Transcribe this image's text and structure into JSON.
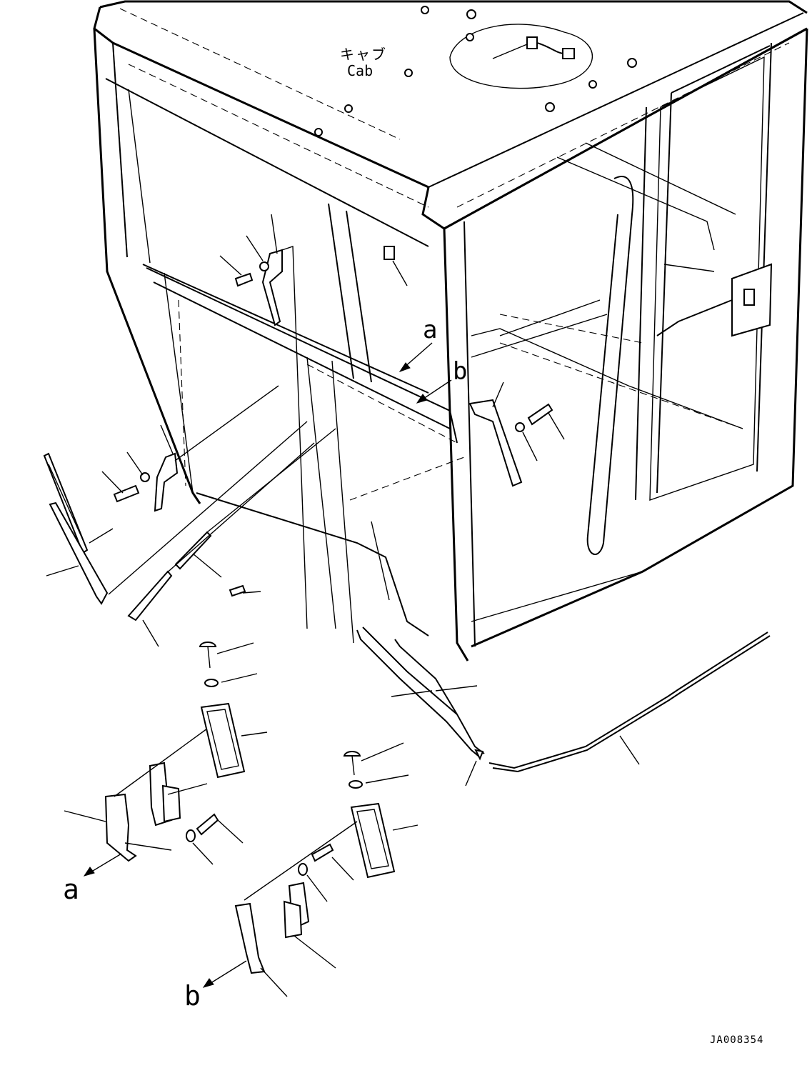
{
  "labels": {
    "cab_jp": "キャブ",
    "cab_en": "Cab",
    "ref_a_upper": "a",
    "ref_b_upper": "b",
    "ref_a_lower": "a",
    "ref_b_lower": "b",
    "drawing_code": "JA008354"
  }
}
